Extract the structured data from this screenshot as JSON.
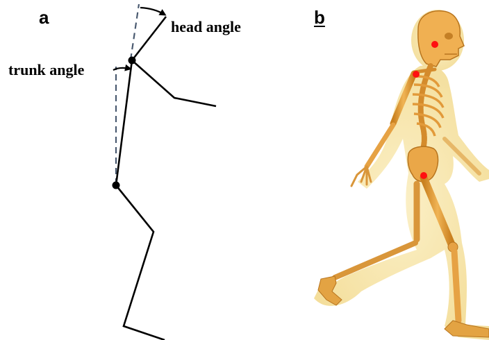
{
  "panel_a": {
    "label": "a",
    "head_angle_label": "head angle",
    "trunk_angle_label": "trunk angle"
  },
  "panel_b": {
    "label": "b"
  },
  "colors": {
    "stick_figure": "#000000",
    "reference_line": "#4a5a70",
    "body_glow": "#f6e7ad",
    "bone": "#e8a640",
    "bone_dark": "#b7741e",
    "joint_marker": "#ff1010"
  }
}
